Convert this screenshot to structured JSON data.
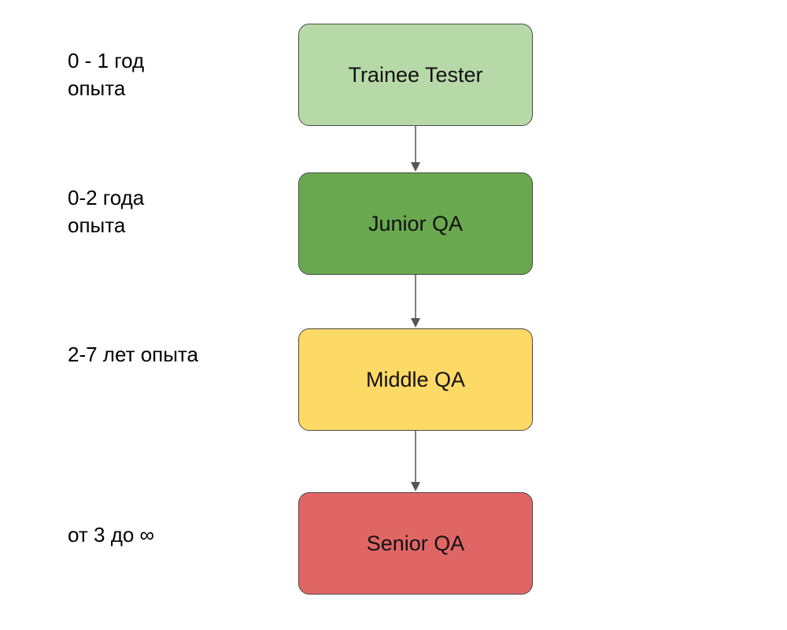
{
  "levels": [
    {
      "name": "Trainee Tester",
      "experience": "0 - 1  год\nопыта",
      "color": "#b7d9a8"
    },
    {
      "name": "Junior QA",
      "experience": "0-2  года\nопыта",
      "color": "#6aa84f"
    },
    {
      "name": "Middle QA",
      "experience": "2-7  лет опыта",
      "color": "#fdd966"
    },
    {
      "name": "Senior QA",
      "experience": "от 3 до ∞",
      "color": "#e06666"
    }
  ]
}
